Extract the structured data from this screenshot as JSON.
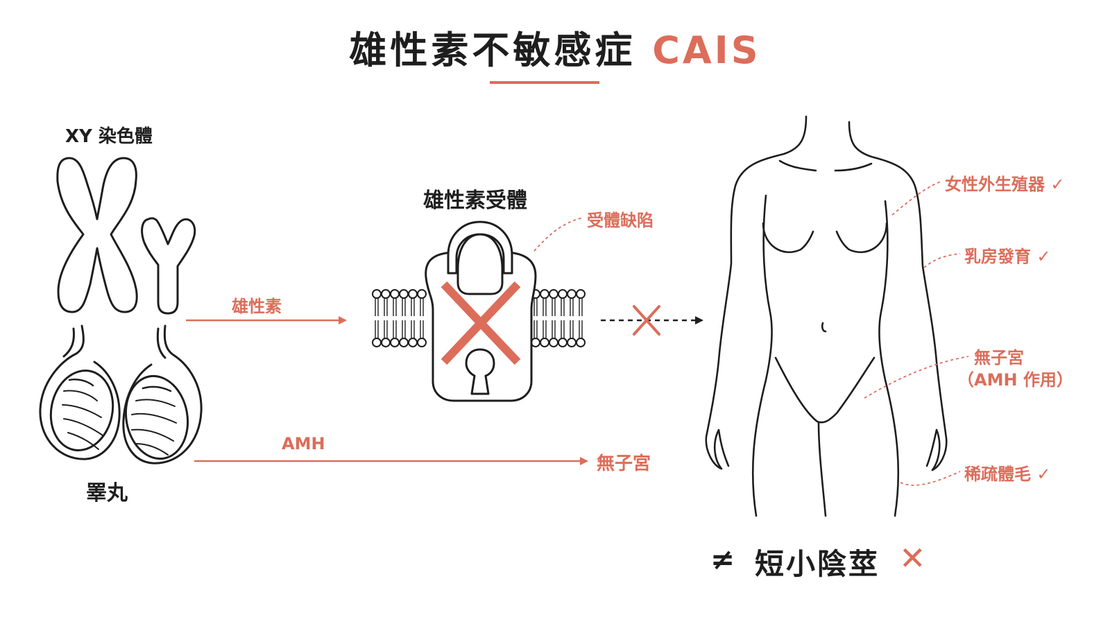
{
  "title": {
    "zh": "雄性素不敏感症",
    "en": "CAIS"
  },
  "left": {
    "chromosome_label": "XY 染色體",
    "testis_label": "睪丸"
  },
  "receptor": {
    "title": "雄性素受體",
    "defect_label": "受體缺陷"
  },
  "arrows": {
    "androgen_label": "雄性素",
    "amh_label": "AMH",
    "amh_result": "無子宮"
  },
  "body_labels": [
    {
      "text": "女性外生殖器",
      "check": "✓"
    },
    {
      "text": "乳房發育",
      "check": "✓"
    },
    {
      "text": "無子宮",
      "check": ""
    },
    {
      "text": "（AMH 作用）",
      "check": ""
    },
    {
      "text": "稀疏體毛",
      "check": "✓"
    }
  ],
  "bottom": {
    "neq": "≠",
    "text": "短小陰莖",
    "cross": "✕"
  },
  "colors": {
    "accent": "#dc6d5a",
    "ink": "#1e1e1e"
  }
}
